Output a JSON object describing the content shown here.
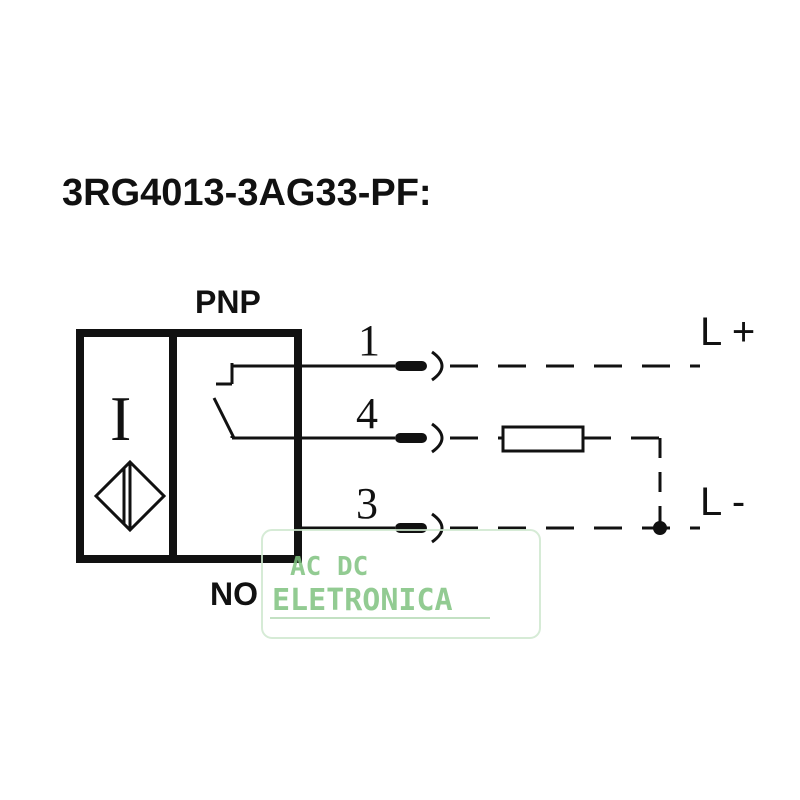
{
  "title": "3RG4013-3AG33-PF:",
  "output_type": "PNP",
  "contact_type": "NO",
  "pins": {
    "pin1": "1",
    "pin4": "4",
    "pin3": "3"
  },
  "supply": {
    "positive": "L +",
    "negative": "L -"
  },
  "sensor_symbol": "I",
  "watermark": {
    "line1": "AC DC",
    "line2": "ELETRONICA",
    "color": "#7fc27f"
  }
}
